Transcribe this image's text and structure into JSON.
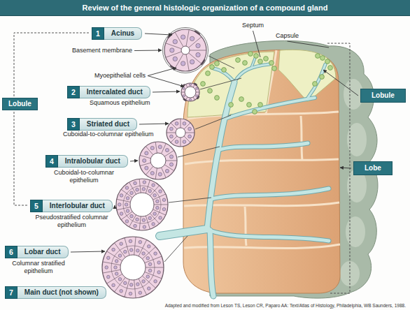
{
  "diagram": {
    "title": "Review of the general histologic organization of a compound gland",
    "caption": "Adapted and modified from Leson TS, Leson CR, Paparo AA: Text/Atlas of Histology, Philadelphia, WB Saunders, 1988.",
    "nodes": [
      {
        "text": [
          "1",
          "Acinus"
        ]
      },
      {
        "text": [
          "2",
          "Intercalated duct"
        ]
      },
      {
        "text": [
          "3",
          "Striated duct"
        ]
      },
      {
        "text": [
          "4",
          "Intralobular duct"
        ]
      },
      {
        "text": [
          "5",
          "Interlobular duct"
        ]
      },
      {
        "text": [
          "6",
          "Lobar duct"
        ]
      },
      {
        "text": [
          "7",
          "Main duct (not shown)"
        ]
      },
      {
        "text": [
          "Lobule"
        ]
      },
      {
        "text": [
          "Lobule"
        ]
      },
      {
        "text": [
          "Lobe"
        ]
      }
    ],
    "labels": [
      "Basement membrane",
      "Myoepithelial cells",
      "Septum",
      "Capsule",
      "Squamous epithelium",
      "Cuboidal-to-columnar epithelium",
      "Cuboidal-to-columnar epithelium",
      "Pseudostratified columnar epithelium",
      "Columnar stratified epithelium"
    ]
  }
}
